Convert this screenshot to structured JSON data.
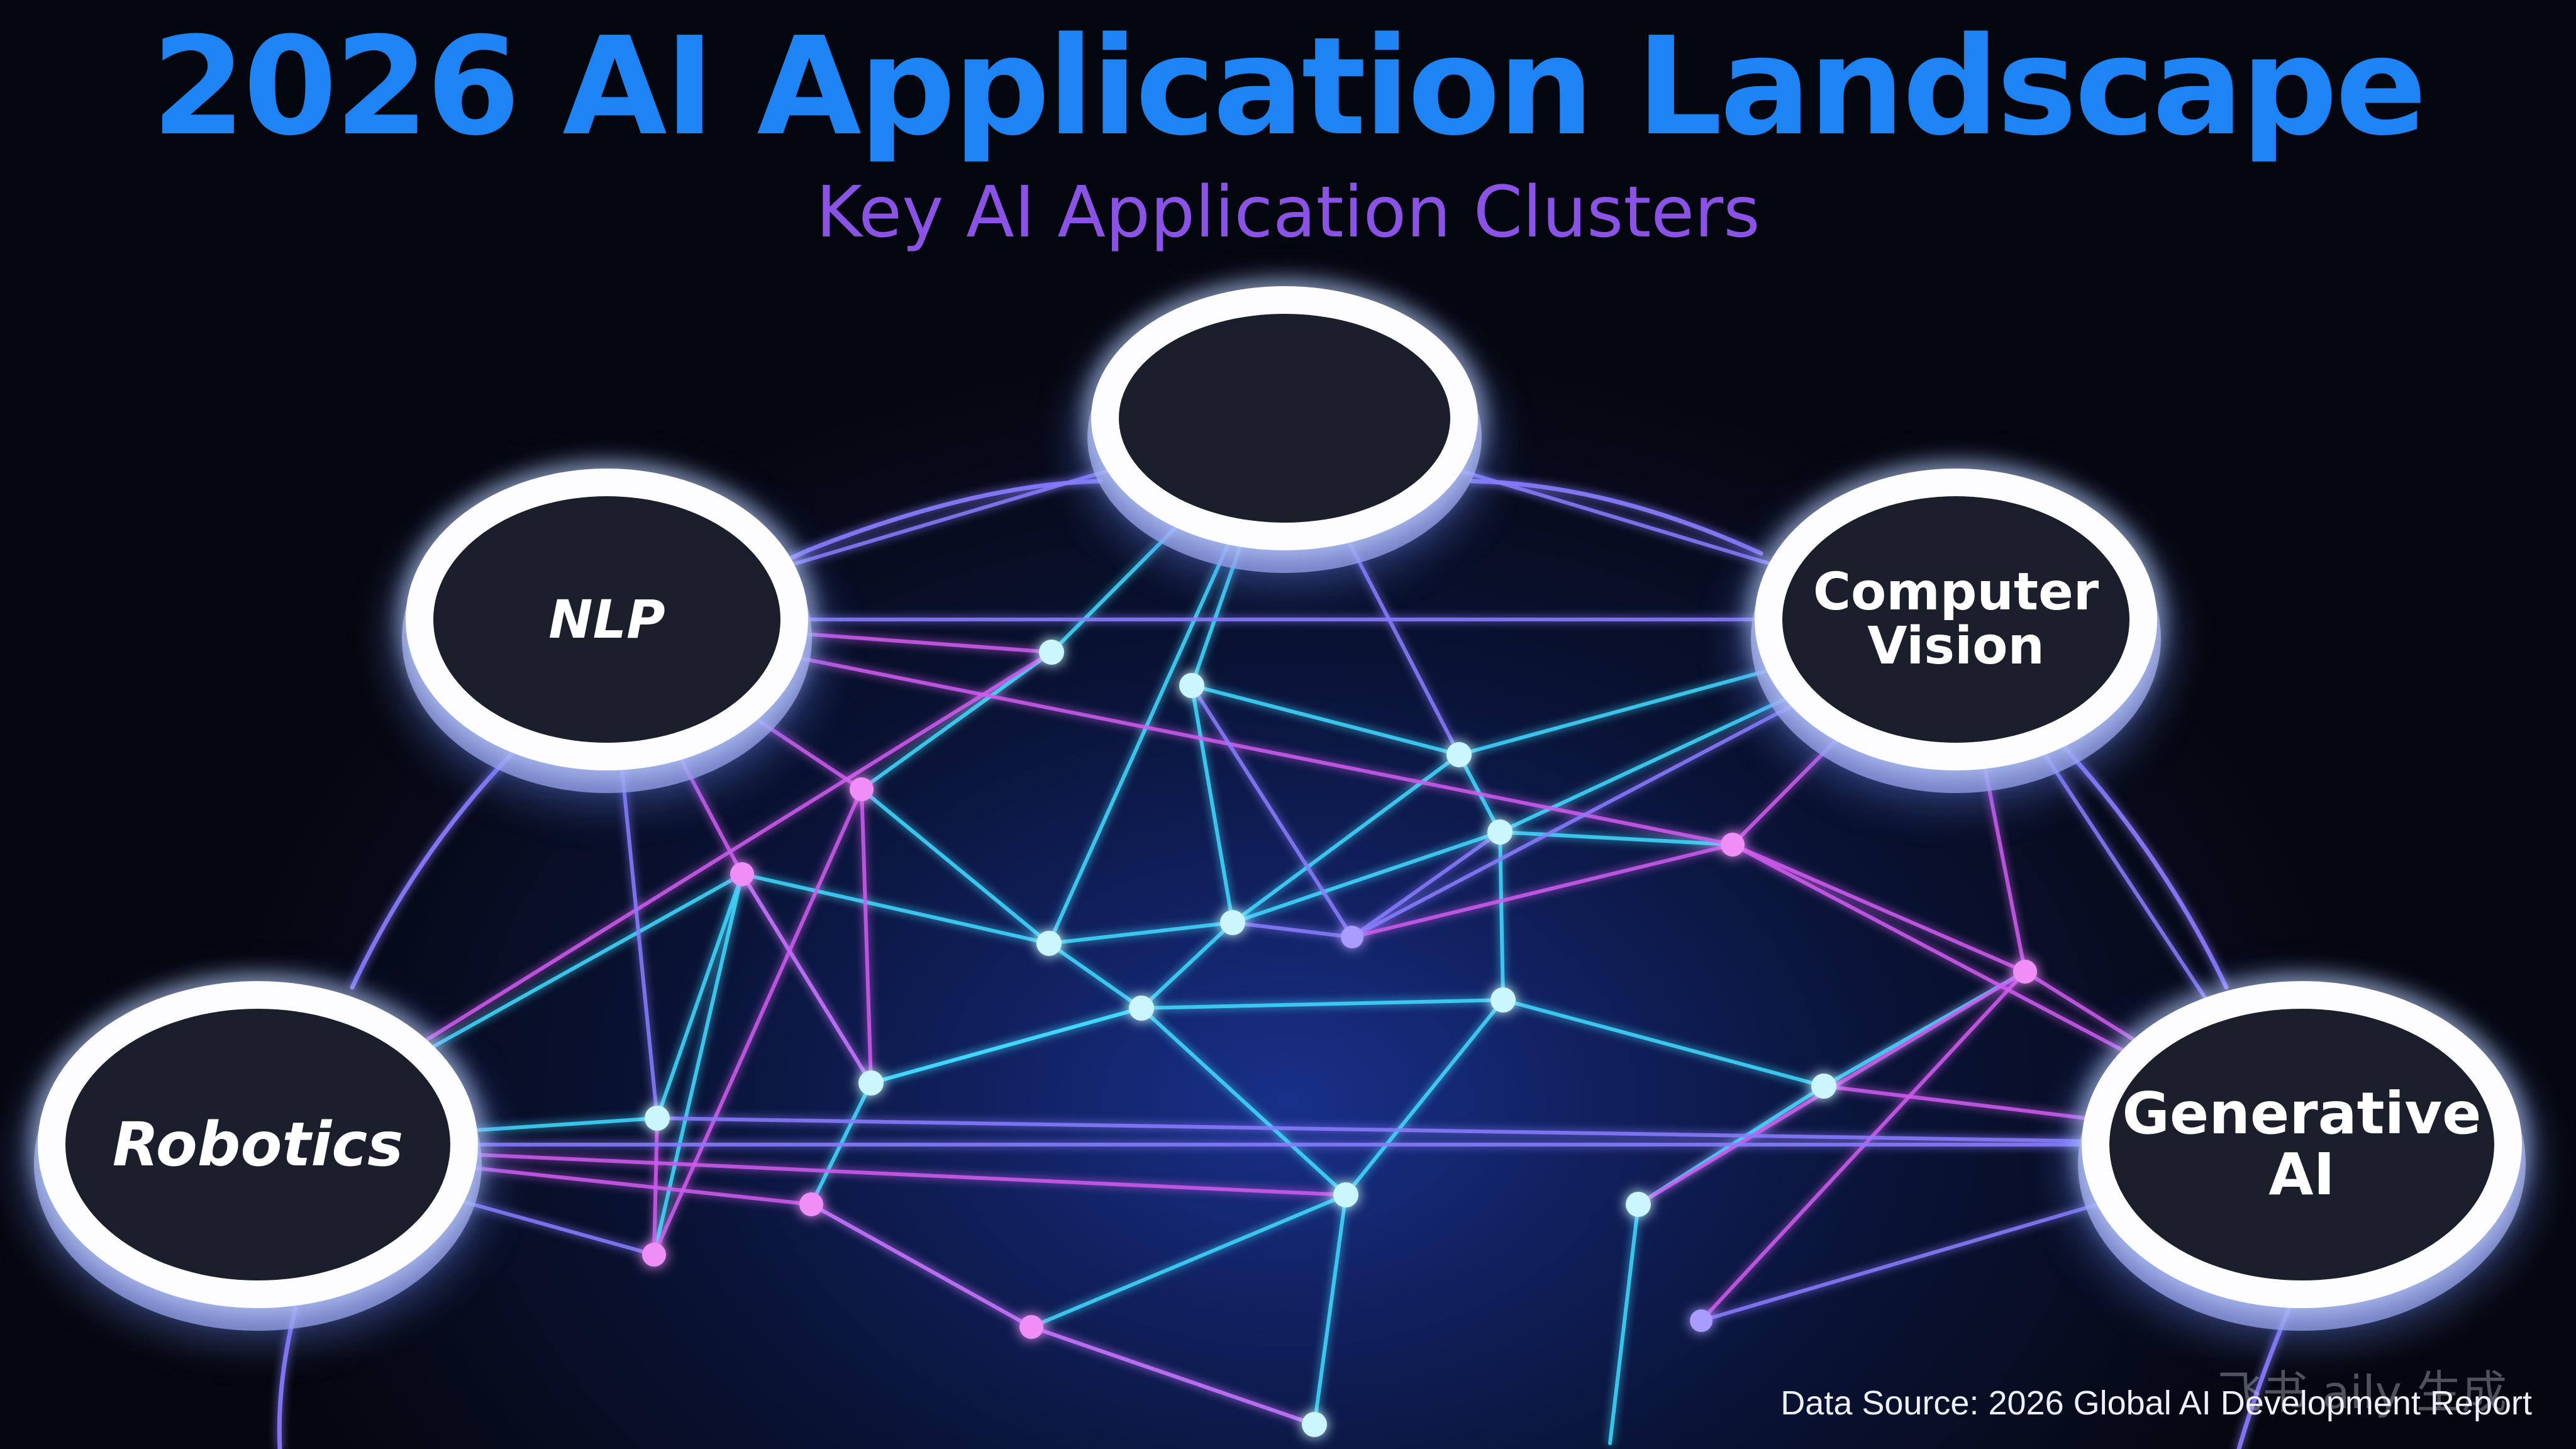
{
  "title": "2026 AI Application Landscape",
  "subtitle": "Key AI Application Clusters",
  "nodes": {
    "top": "",
    "nlp": "NLP",
    "computer_vision": "Computer\nVision",
    "robotics": "Robotics",
    "generative_ai": "Generative\nAI"
  },
  "source": "Data Source: 2026 Global AI Development Report",
  "watermark": "飞书 aily 生成",
  "colors": {
    "title": "#1e84f5",
    "subtitle": "#8b52e6",
    "cyan_link": "#3fd8ff",
    "magenta_link": "#d05cf0",
    "violet_link": "#8a7cff"
  }
}
